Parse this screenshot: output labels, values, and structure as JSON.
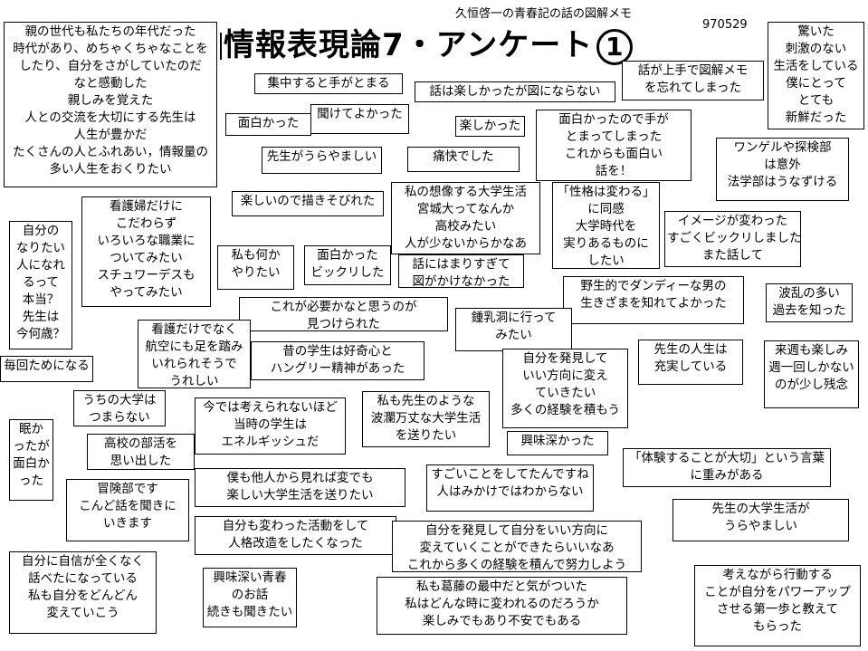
{
  "header": {
    "memo": "久恒啓一の青春記の話の図解メモ",
    "date": "970529",
    "title": "情報表現論7・アンケート",
    "title_number": "1"
  },
  "notes": [
    "親の世代も私たちの年代だった\n時代があり、めちゃくちゃなことを\nしたり、自分をさがしていたのだ\nなと感動した\n親しみを覚えた\n人との交流を大切にする先生は\n人生が豊かだ\nたくさんの人とふれあい，情報量の\n多い人生をおくりたい",
    "集中すると手がとまる",
    "話は楽しかったが図にならない",
    "話が上手で図解メモ\nを忘れてしまった",
    "驚いた\n刺激のない\n生活をしている\n僕にとって\nとても\n新鮮だった",
    "面白かった",
    "聞けてよかった",
    "楽しかった",
    "面白かったので手が\nとまってしまった\nこれからも面白い\n話を！",
    "先生がうらやましい",
    "痛快でした",
    "ワンゲルや探検部\nは意外\n法学部はうなずける",
    "楽しいので描きそびれた",
    "私の想像する大学生活\n宮城大ってなんか\n高校みたい\n人が少ないからかなあ",
    "「性格は変わる」\nに同感\n大学時代を\n実りあるものに\nしたい",
    "看護婦だけに\nこだわらず\nいろいろな職業に\nついてみたい\nスチュワーデスも\nやってみたい",
    "自分の\nなりたい\n人になれ\nるって\n本当？\n先生は\n今何歳？",
    "イメージが変わった\nすごくビックリしました\nまた話して",
    "私も何か\nやりたい",
    "面白かった\nビックリした",
    "話にはまりすぎて\n図がかけなかった",
    "野生的でダンディーな男の\n生きざまを知れてよかった",
    "波乱の多い\n過去を知った",
    "これが必要かなと思うのが\n見つけられた",
    "鍾乳洞に行って\nみたい",
    "看護だけでなく\n航空にも足を踏み\nいれられそうで\nうれしい",
    "昔の学生は好奇心と\nハングリー精神があった",
    "毎回ためになる",
    "先生の人生は\n充実している",
    "来週も楽しみ\n週一回しかない\nのが少し残念",
    "自分を発見して\nいい方向に変え\nていきたい\n多くの経験を積もう",
    "うちの大学は\nつまらない",
    "今では考えられないほど\n当時の学生は\nエネルギッシュだ",
    "私も先生のような\n波瀾万丈な大学生活\nを送りたい",
    "眠か\nったが\n面白か\nった",
    "高校の部活を\n思い出した",
    "興味深かった",
    "「体験することが大切」という言葉\nに重みがある",
    "僕も他人から見れば変でも\n楽しい大学生活を送りたい",
    "すごいことをしてたんですね\n人はみかけではわからない",
    "冒険部です\nこんど話を聞きに\nいきます",
    "先生の大学生活が\nうらやましい",
    "自分も変わった活動をして\n人格改造をしたくなった",
    "自分を発見して自分をいい方向に\n変えていくことができたらいいなあ\nこれから多くの経験を積んで努力しよう",
    "自分に自信が全くなく\n話べたになっている\n私も自分をどんどん\n変えていこう",
    "興味深い青春\nのお話\n続きも聞きたい",
    "私も葛藤の最中だと気がついた\n私はどんな時に変われるのだろうか\n楽しみでもあり不安でもある",
    "考えながら行動する\nことが自分をパワーアップ\nさせる第一歩と教えて\nもらった"
  ]
}
